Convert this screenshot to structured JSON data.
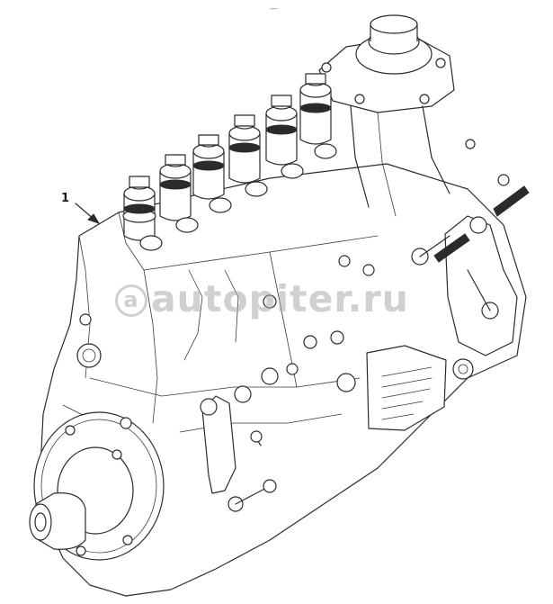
{
  "diagram": {
    "callouts": [
      {
        "number": "1"
      }
    ],
    "top_mark": "—"
  },
  "watermark": {
    "symbol": "a",
    "text": "autopiter.ru"
  }
}
